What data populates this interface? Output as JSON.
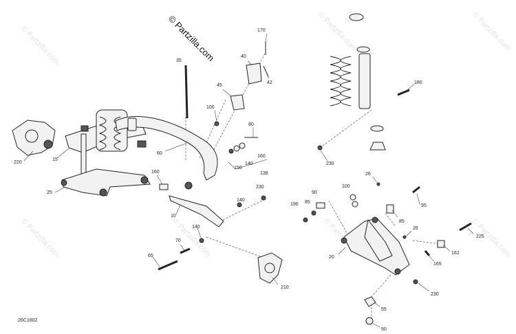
{
  "copyright": "© Partzilla.com",
  "watermark": "© Partzilla.com",
  "diagram_code": "26C1802",
  "callouts": {
    "n170": "170",
    "n40": "40",
    "n35": "35",
    "n42": "42",
    "n45": "45",
    "n100a": "100",
    "n80": "80",
    "n60": "60",
    "n15": "15",
    "n220": "220",
    "n150": "150",
    "n140a": "140",
    "n160a": "160",
    "n138": "138",
    "n160b": "160",
    "n25": "25",
    "n230a": "230",
    "n140b": "140",
    "n10": "10",
    "n140c": "140",
    "n70": "70",
    "n65": "65",
    "n210": "210",
    "n180": "180",
    "n230b": "230",
    "n26a": "26",
    "n100b": "100",
    "n90": "90",
    "n85a": "85",
    "n190": "190",
    "n95": "95",
    "n85b": "85",
    "n26b": "26",
    "n225": "225",
    "n162": "162",
    "n165": "165",
    "n20": "20",
    "n55": "55",
    "n230c": "230",
    "n50": "50"
  }
}
